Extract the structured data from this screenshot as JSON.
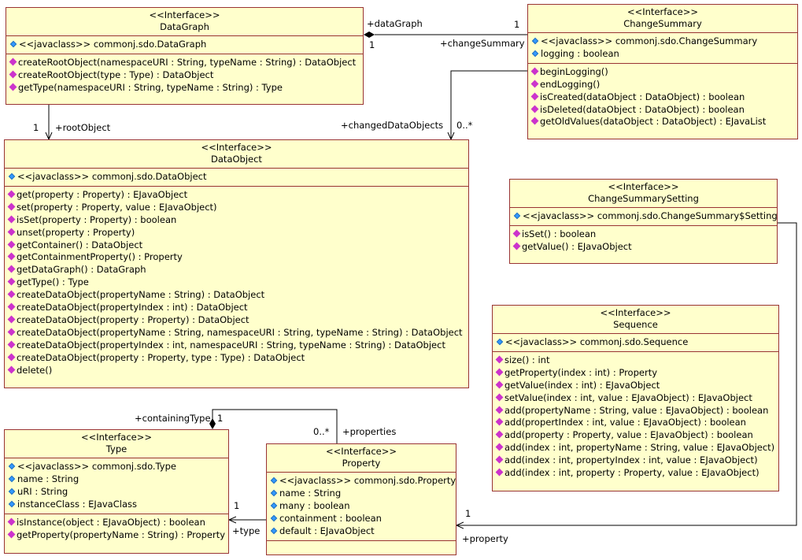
{
  "classes": {
    "datagraph": {
      "stereotype": "<<Interface>>",
      "name": "DataGraph",
      "attributes": [
        "<<javaclass>> commonj.sdo.DataGraph"
      ],
      "operations": [
        "createRootObject(namespaceURI : String, typeName : String) : DataObject",
        "createRootObject(type : Type) : DataObject",
        "getType(namespaceURI : String, typeName : String) : Type"
      ]
    },
    "changesummary": {
      "stereotype": "<<Interface>>",
      "name": "ChangeSummary",
      "attributes": [
        "<<javaclass>> commonj.sdo.ChangeSummary",
        "logging : boolean"
      ],
      "operations": [
        "beginLogging()",
        "endLogging()",
        "isCreated(dataObject : DataObject) : boolean",
        "isDeleted(dataObject : DataObject) : boolean",
        "getOldValues(dataObject : DataObject) : EJavaList"
      ]
    },
    "dataobject": {
      "stereotype": "<<Interface>>",
      "name": "DataObject",
      "attributes": [
        "<<javaclass>> commonj.sdo.DataObject"
      ],
      "operations": [
        "get(property : Property) : EJavaObject",
        "set(property : Property, value : EJavaObject)",
        "isSet(property : Property) : boolean",
        "unset(property : Property)",
        "getContainer() : DataObject",
        "getContainmentProperty() : Property",
        "getDataGraph() : DataGraph",
        "getType() : Type",
        "createDataObject(propertyName : String) : DataObject",
        "createDataObject(propertyIndex : int) : DataObject",
        "createDataObject(property : Property) : DataObject",
        "createDataObject(propertyName : String, namespaceURI : String, typeName : String) : DataObject",
        "createDataObject(propertyIndex : int, namespaceURI : String, typeName : String) : DataObject",
        "createDataObject(property : Property, type : Type) : DataObject",
        "delete()"
      ]
    },
    "changesummarysetting": {
      "stereotype": "<<Interface>>",
      "name": "ChangeSummarySetting",
      "attributes": [
        "<<javaclass>> commonj.sdo.ChangeSummary$Setting"
      ],
      "operations": [
        "isSet() : boolean",
        "getValue() : EJavaObject"
      ]
    },
    "sequence": {
      "stereotype": "<<Interface>>",
      "name": "Sequence",
      "attributes": [
        "<<javaclass>> commonj.sdo.Sequence"
      ],
      "operations": [
        "size() : int",
        "getProperty(index : int) : Property",
        "getValue(index : int) : EJavaObject",
        "setValue(index : int, value : EJavaObject) : EJavaObject",
        "add(propertyName : String, value : EJavaObject) : boolean",
        "add(propertIndex : int, value : EJavaObject) : boolean",
        "add(property : Property, value : EJavaObject) : boolean",
        "add(index : int, propertyName : String, value : EJavaObject)",
        "add(index : int, propertyIndex : int, value : EJavaObject)",
        "add(index : int, property : Property, value : EJavaObject)"
      ]
    },
    "type": {
      "stereotype": "<<Interface>>",
      "name": "Type",
      "attributes": [
        "<<javaclass>> commonj.sdo.Type",
        "name : String",
        "uRI : String",
        "instanceClass : EJavaClass"
      ],
      "operations": [
        "isInstance(object : EJavaObject) : boolean",
        "getProperty(propertyName : String) : Property"
      ]
    },
    "property": {
      "stereotype": "<<Interface>>",
      "name": "Property",
      "attributes": [
        "<<javaclass>> commonj.sdo.Property",
        "name : String",
        "many : boolean",
        "containment : boolean",
        "default : EJavaObject"
      ],
      "operations": []
    }
  },
  "associations": {
    "dg_cs": {
      "role_a": "+dataGraph",
      "mult_a": "1",
      "role_b": "+changeSummary",
      "mult_b": "1"
    },
    "dg_do": {
      "role": "+rootObject",
      "mult": "1"
    },
    "cs_do": {
      "role": "+changedDataObjects",
      "mult": "0..*"
    },
    "type_prop": {
      "role_a": "+containingType",
      "mult_a": "1",
      "role_b": "+properties",
      "mult_b": "0..*"
    },
    "prop_type": {
      "role": "+type",
      "mult": "1"
    },
    "setting_prop": {
      "role": "+property",
      "mult": "1"
    }
  }
}
